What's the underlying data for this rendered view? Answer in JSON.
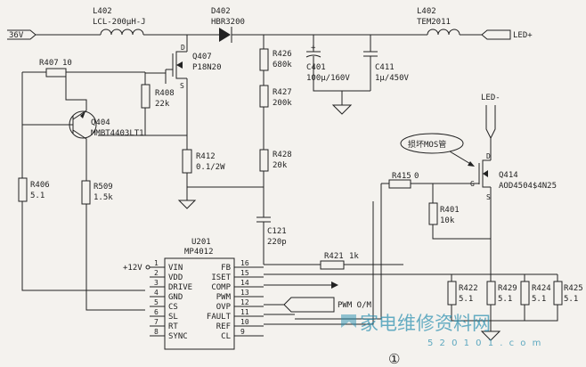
{
  "supply": {
    "vin": "36V",
    "led_plus": "LED+",
    "led_minus": "LED-",
    "v12": "+12V"
  },
  "components": {
    "l402a": {
      "ref": "L402",
      "value": "LCL-200μH-J"
    },
    "d402": {
      "ref": "D402",
      "value": "HBR3200"
    },
    "l402b": {
      "ref": "L402",
      "value": "TEM2011"
    },
    "q407": {
      "ref": "Q407",
      "value": "P18N20"
    },
    "r407": {
      "ref": "R407",
      "value": "10"
    },
    "r408": {
      "ref": "R408",
      "value": "22k"
    },
    "q404": {
      "ref": "Q404",
      "value": "MMBT4403LT1"
    },
    "r412": {
      "ref": "R412",
      "value": "0.1/2W"
    },
    "r406": {
      "ref": "R406",
      "value": "5.1"
    },
    "r509": {
      "ref": "R509",
      "value": "1.5k"
    },
    "r426": {
      "ref": "R426",
      "value": "680k"
    },
    "r427": {
      "ref": "R427",
      "value": "200k"
    },
    "r428": {
      "ref": "R428",
      "value": "20k"
    },
    "c121": {
      "ref": "C121",
      "value": "220p"
    },
    "c401": {
      "ref": "C401",
      "value": "100μ/160V"
    },
    "c411": {
      "ref": "C411",
      "value": "1μ/450V"
    },
    "q414": {
      "ref": "Q414",
      "value": "AOD4504$4N25"
    },
    "r415": {
      "ref": "R415",
      "value": "0"
    },
    "r401": {
      "ref": "R401",
      "value": "10k"
    },
    "r421": {
      "ref": "R421",
      "value": "1k"
    },
    "r422": {
      "ref": "R422",
      "value": "5.1"
    },
    "r429": {
      "ref": "R429",
      "value": "5.1"
    },
    "r424": {
      "ref": "R424",
      "value": "5.1"
    },
    "r425": {
      "ref": "R425",
      "value": "5.1"
    }
  },
  "ic": {
    "ref": "U201",
    "part": "MP4012",
    "left_pins": [
      {
        "n": "1",
        "name": "VIN"
      },
      {
        "n": "2",
        "name": "VDD"
      },
      {
        "n": "3",
        "name": "DRIVE"
      },
      {
        "n": "4",
        "name": "GND"
      },
      {
        "n": "5",
        "name": "CS"
      },
      {
        "n": "6",
        "name": "SL"
      },
      {
        "n": "7",
        "name": "RT"
      },
      {
        "n": "8",
        "name": "SYNC"
      }
    ],
    "right_pins": [
      {
        "n": "16",
        "name": "FB"
      },
      {
        "n": "15",
        "name": "ISET"
      },
      {
        "n": "14",
        "name": "COMP"
      },
      {
        "n": "13",
        "name": "PWM"
      },
      {
        "n": "12",
        "name": "OVP"
      },
      {
        "n": "11",
        "name": "FAULT"
      },
      {
        "n": "10",
        "name": "REF"
      },
      {
        "n": "9",
        "name": "CL"
      }
    ]
  },
  "pin_labels": {
    "drain": "D",
    "source": "S",
    "gate": "G"
  },
  "plus_sign": "+",
  "pwm_signal": "PWM O/M",
  "annotation": "损坏MOS管",
  "figure_number": "①",
  "watermark": {
    "text": "家电维修资料网",
    "url": "5 2 0 1 0 1 . c o m"
  }
}
